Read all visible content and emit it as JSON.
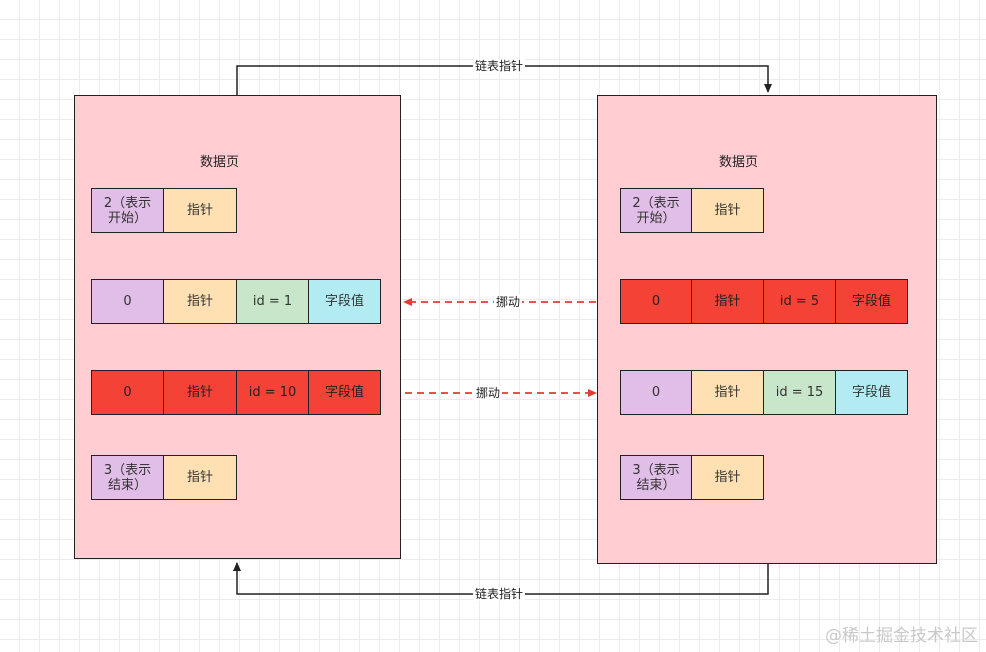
{
  "left_page": {
    "title": "数据页",
    "start_record": {
      "label": "2（表示\n开始）",
      "pointer": "指针"
    },
    "record_1": {
      "key": "0",
      "pointer": "指针",
      "id": "id = 1",
      "field": "字段值"
    },
    "record_2": {
      "key": "0",
      "pointer": "指针",
      "id": "id = 10",
      "field": "字段值"
    },
    "end_record": {
      "label": "3（表示\n结束）",
      "pointer": "指针"
    }
  },
  "right_page": {
    "title": "数据页",
    "start_record": {
      "label": "2（表示\n开始）",
      "pointer": "指针"
    },
    "record_1": {
      "key": "0",
      "pointer": "指针",
      "id": "id = 5",
      "field": "字段值"
    },
    "record_2": {
      "key": "0",
      "pointer": "指针",
      "id": "id = 15",
      "field": "字段值"
    },
    "end_record": {
      "label": "3（表示\n结束）",
      "pointer": "指针"
    }
  },
  "links": {
    "top_label": "链表指针",
    "bottom_label": "链表指针",
    "move_left_label": "挪动",
    "move_right_label": "挪动"
  },
  "watermark": "@稀土掘金技术社区",
  "colors": {
    "page_fill": "#ffcdd2",
    "purple": "#e1bee7",
    "peach": "#ffe0b2",
    "green": "#c8e6c9",
    "cyan": "#b2ebf2",
    "red": "#f44336",
    "dashed_arrow": "#e53935"
  }
}
